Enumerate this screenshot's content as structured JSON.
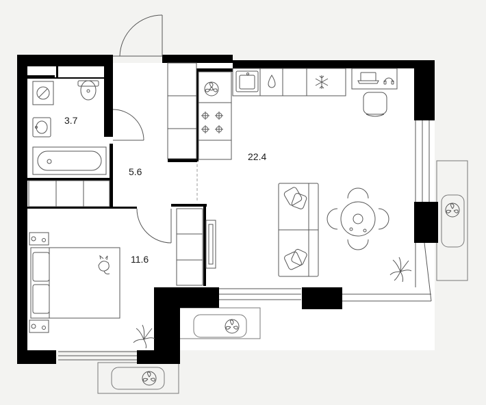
{
  "rooms": {
    "bathroom": {
      "area": "3.7"
    },
    "hallway": {
      "area": "5.6"
    },
    "bedroom": {
      "area": "11.6"
    },
    "living_kitchen": {
      "area": "22.4"
    }
  },
  "colors": {
    "background": "#f3f3f1",
    "floor": "#ffffff",
    "wall": "#000000",
    "line": "#1a1a1a",
    "fixture_stroke": "#555555"
  },
  "icons": [
    "fan-icon",
    "water-drop-icon",
    "snowflake-icon",
    "laptop-icon",
    "plant-icon",
    "cat-icon",
    "toilet-icon",
    "washing-machine-icon"
  ]
}
